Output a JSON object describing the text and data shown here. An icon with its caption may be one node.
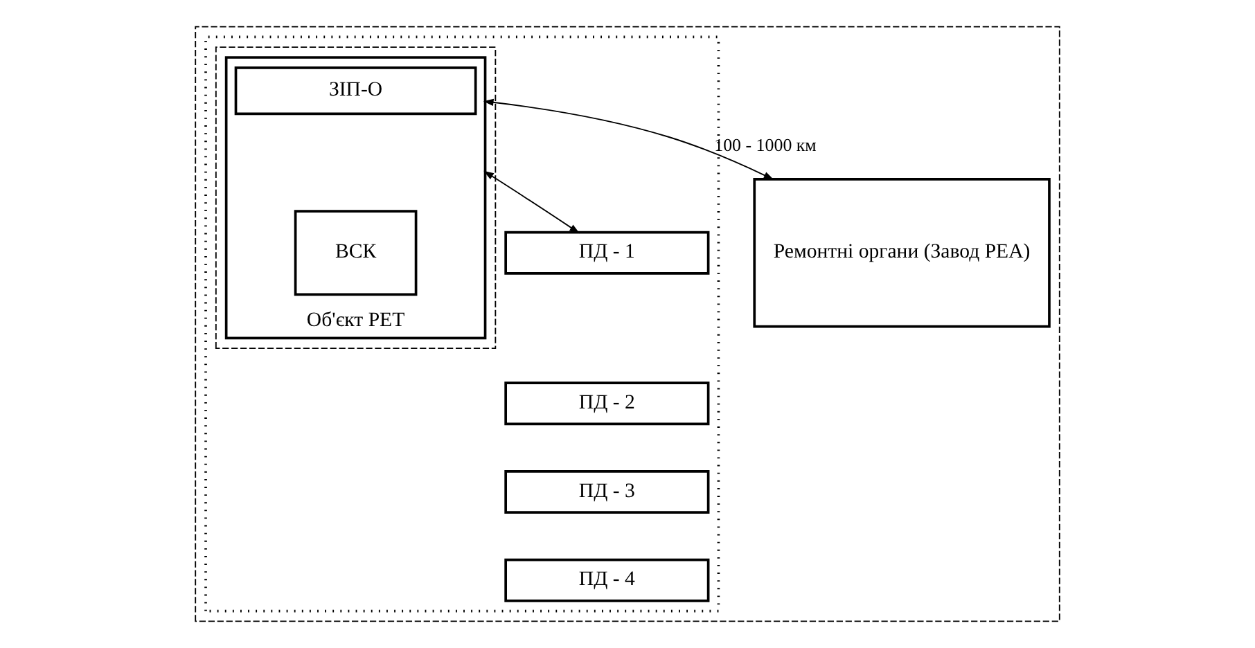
{
  "diagram": {
    "nodes": [
      {
        "text": [],
        "shape": "box"
      },
      {
        "text": [],
        "shape": "box",
        "in": 0
      },
      {
        "text": [],
        "shape": "box",
        "in": 1
      },
      {
        "text": [
          "Об'єкт РЕТ"
        ],
        "in": 2
      },
      {
        "text": [
          "ЗІП-О"
        ],
        "in": 3
      },
      {
        "text": [
          "ВСК"
        ],
        "in": 3
      },
      {
        "text": [
          "Ремонтні органи (Завод РЕА)"
        ],
        "in": 0
      },
      {
        "text": [
          "ПД - 1"
        ],
        "in": 1
      },
      {
        "text": [
          "ПД - 2"
        ],
        "in": 1
      },
      {
        "text": [
          "ПД - 3"
        ],
        "in": 1
      },
      {
        "text": [
          "ПД - 4"
        ],
        "in": 1
      }
    ],
    "edges": [
      {
        "from": 3,
        "to": 6,
        "arrow": "both",
        "label": "100 - 1000 км"
      },
      {
        "from": 3,
        "to": 7,
        "arrow": "both"
      }
    ]
  }
}
